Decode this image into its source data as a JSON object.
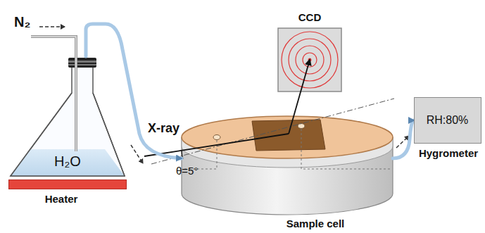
{
  "diagram": {
    "nodes": [
      {
        "text": [
          "H₂O"
        ]
      },
      {
        "text": [
          "Heater"
        ]
      },
      {
        "text": [
          "Sample cell"
        ]
      },
      {
        "text": [
          "CCD"
        ]
      },
      {
        "text": [
          "RH:80%",
          "Hygrometer"
        ]
      }
    ],
    "edges": [
      {
        "from": 0,
        "to": 2,
        "arrow": "to"
      },
      {
        "from": 2,
        "to": 4,
        "arrow": "to"
      },
      {
        "from": 2,
        "to": 3,
        "arrow": "to"
      }
    ],
    "labels": [
      "N₂",
      "X-ray",
      "θ=5°"
    ]
  }
}
